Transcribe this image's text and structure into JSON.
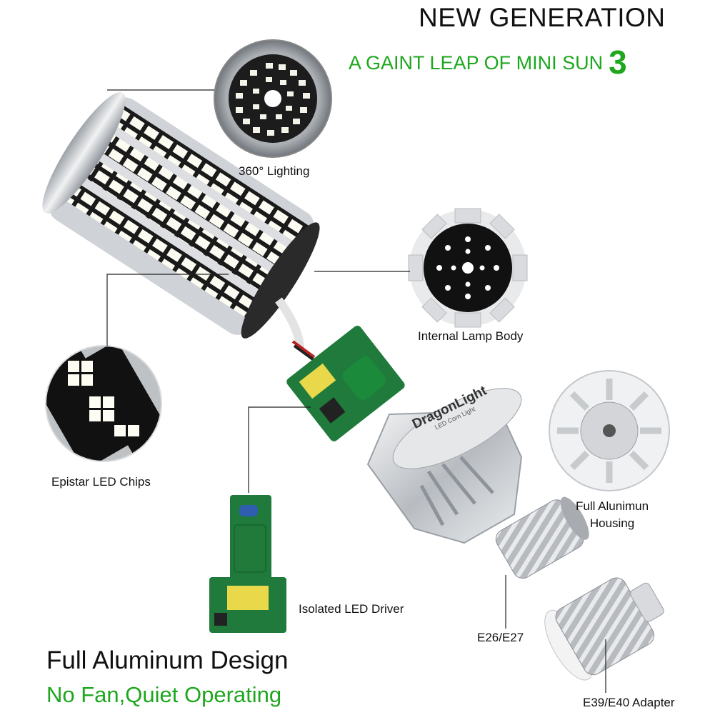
{
  "header": {
    "title": "NEW GENERATION",
    "subtitle": "A GAINT LEAP OF MINI SUN",
    "subtitle_number": "3"
  },
  "callouts": {
    "lighting_360": "360° Lighting",
    "internal_lamp_body": "Internal Lamp Body",
    "epistar_chips": "Epistar LED Chips",
    "housing_line1": "Full Alunimun",
    "housing_line2": "Housing",
    "isolated_driver": "Isolated LED Driver",
    "base_e26": "E26/E27",
    "adapter_e39": "E39/E40 Adapter"
  },
  "brand": {
    "name": "DragonLight",
    "tagline": "LED Corn Light"
  },
  "footer": {
    "headline": "Full Aluminum Design",
    "tagline": "No Fan,Quiet Operating"
  },
  "colors": {
    "accent_green": "#1ea71e",
    "text_dark": "#111111",
    "pcb_green": "#1f7a3c",
    "aluminum": "#c9ccd0"
  }
}
